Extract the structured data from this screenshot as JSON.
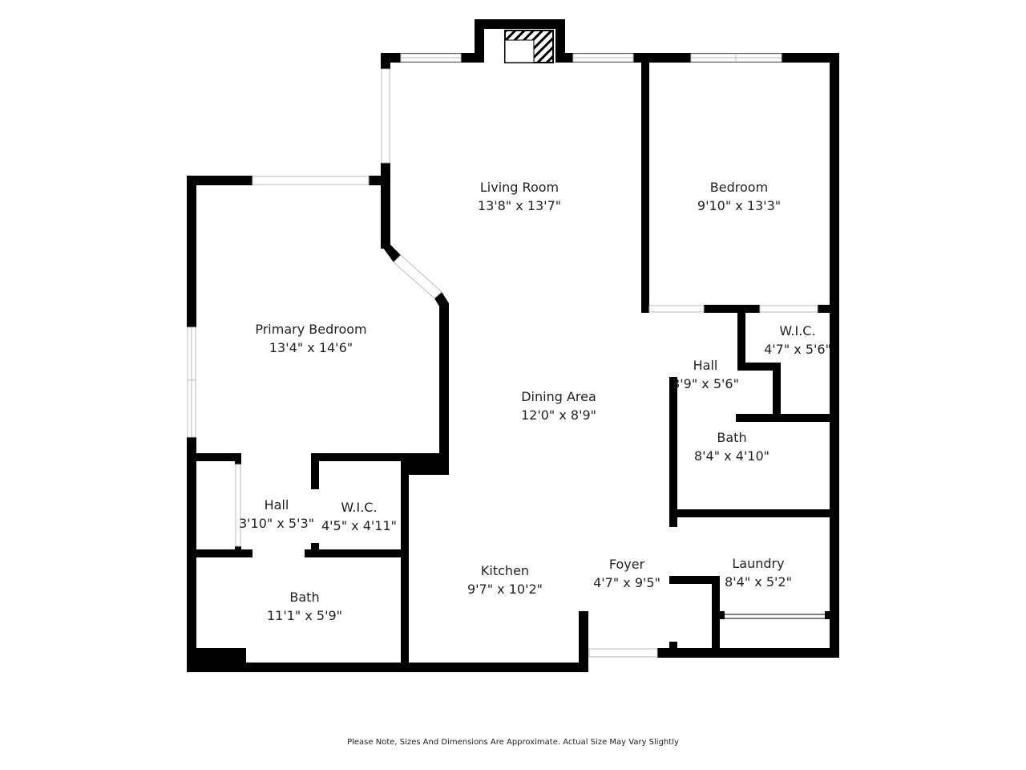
{
  "rooms": [
    {
      "name": "Living Room",
      "dims": "13'8\" x 13'7\""
    },
    {
      "name": "Bedroom",
      "dims": "9'10\" x 13'3\""
    },
    {
      "name": "Primary Bedroom",
      "dims": "13'4\" x 14'6\""
    },
    {
      "name": "W.I.C.",
      "dims": "4'7\" x 5'6\""
    },
    {
      "name": "Hall",
      "dims": "3'9\" x 5'6\""
    },
    {
      "name": "Dining Area",
      "dims": "12'0\" x 8'9\""
    },
    {
      "name": "Bath",
      "dims": "8'4\" x 4'10\""
    },
    {
      "name": "Hall",
      "dims": "3'10\" x 5'3\""
    },
    {
      "name": "W.I.C.",
      "dims": "4'5\" x 4'11\""
    },
    {
      "name": "Kitchen",
      "dims": "9'7\" x 10'2\""
    },
    {
      "name": "Foyer",
      "dims": "4'7\" x 9'5\""
    },
    {
      "name": "Laundry",
      "dims": "8'4\" x 5'2\""
    },
    {
      "name": "Bath",
      "dims": "11'1\" x 5'9\""
    }
  ],
  "note": "Please Note, Sizes And Dimensions Are Approximate. Actual Size May Vary Slightly",
  "colors": {
    "wall": "#000000",
    "window": "#ffffff",
    "background": "#ffffff"
  }
}
